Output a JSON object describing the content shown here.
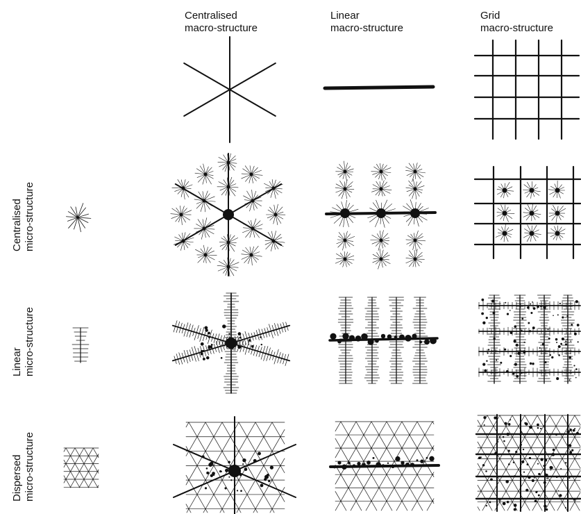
{
  "columns": [
    {
      "line1": "Centralised",
      "line2": "macro-structure"
    },
    {
      "line1": "Linear",
      "line2": "macro-structure"
    },
    {
      "line1": "Grid",
      "line2": "macro-structure"
    }
  ],
  "rows": [
    {
      "line1": "Centralised",
      "line2": "micro-structure"
    },
    {
      "line1": "Linear",
      "line2": "micro-structure"
    },
    {
      "line1": "Dispersed",
      "line2": "micro-structure"
    }
  ]
}
